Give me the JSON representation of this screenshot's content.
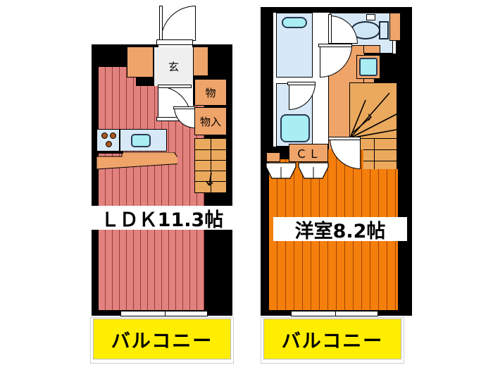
{
  "plan": {
    "title": "floor-plan-two-levels",
    "colors": {
      "wall": "#000000",
      "ldk_floor": "#e2827f",
      "bedroom_floor": "#f57f0c",
      "closet_tan": "#efa46a",
      "stairs": "#eba95d",
      "balcony": "#ffee00",
      "water_fixture": "#d7e9f7",
      "tub_water": "#a8eef2"
    }
  },
  "left_unit": {
    "name": "lower-floor-plan",
    "rooms": [
      {
        "id": "ldk",
        "label": "ＬＤＫ11.3帖"
      },
      {
        "id": "genkan",
        "label": "玄"
      },
      {
        "id": "storage_upper",
        "label": "物"
      },
      {
        "id": "storage_lower",
        "label": "物入"
      }
    ],
    "balcony": {
      "label": "バルコニー"
    },
    "fixtures": [
      {
        "id": "stove",
        "burners": 3
      },
      {
        "id": "sink"
      },
      {
        "id": "counter"
      },
      {
        "id": "stairs",
        "steps": 5
      },
      {
        "id": "entry-door"
      },
      {
        "id": "interior-door"
      },
      {
        "id": "closet-door"
      },
      {
        "id": "shoe-box"
      },
      {
        "id": "balcony-sliding-door"
      }
    ]
  },
  "right_unit": {
    "name": "upper-floor-plan",
    "rooms": [
      {
        "id": "bedroom",
        "label": "洋室8.2帖"
      },
      {
        "id": "closet",
        "label": "ＣＬ"
      }
    ],
    "balcony": {
      "label": "バルコニー"
    },
    "fixtures": [
      {
        "id": "washbasin"
      },
      {
        "id": "bathtub"
      },
      {
        "id": "toilet"
      },
      {
        "id": "washing-machine-pan"
      },
      {
        "id": "stairs",
        "steps": 8
      },
      {
        "id": "bath-door"
      },
      {
        "id": "toilet-door"
      },
      {
        "id": "bedroom-door"
      },
      {
        "id": "closet-folding-doors"
      },
      {
        "id": "balcony-sliding-door"
      }
    ]
  }
}
